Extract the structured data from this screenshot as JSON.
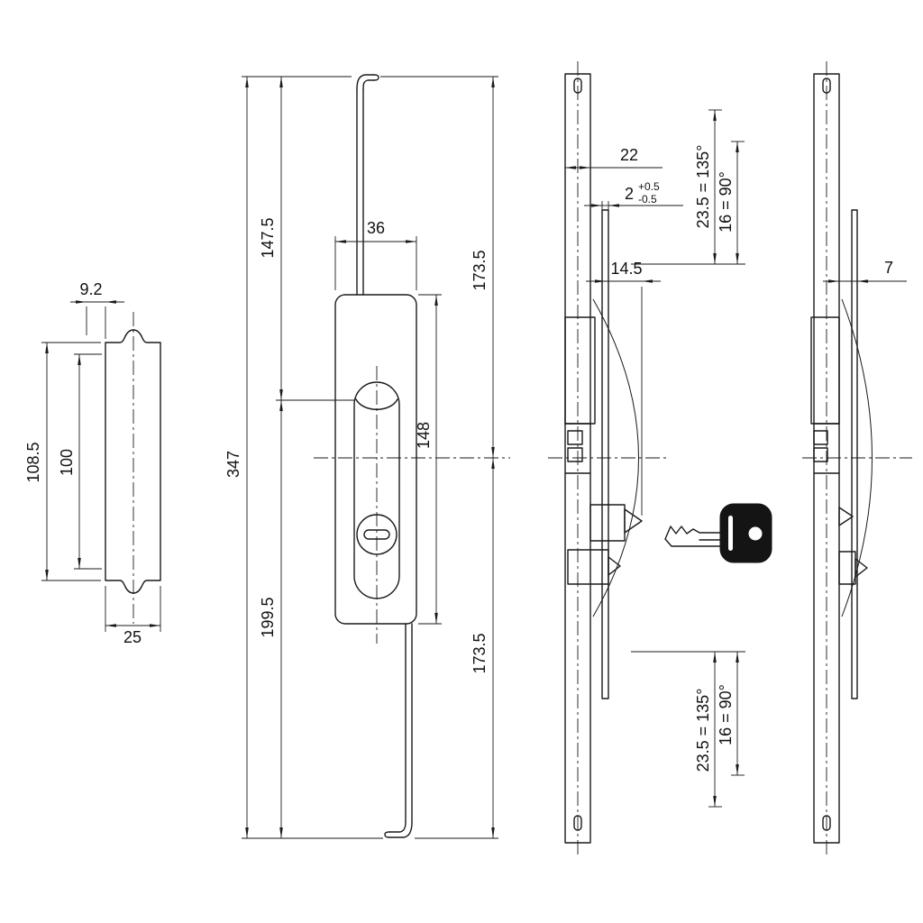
{
  "colors": {
    "line": "#1a1a1a",
    "background": "#ffffff",
    "key_head": "#141414"
  },
  "left_view": {
    "flange_width": "9.2",
    "outer_height": "108.5",
    "inner_height": "100",
    "base_width": "25"
  },
  "front_view": {
    "upper_rod_length": "147.5",
    "body_width": "36",
    "total_length": "347",
    "lower_rod_length": "199.5",
    "upper_half_length": "173.5",
    "body_height": "148",
    "lower_half_length": "173.5"
  },
  "side_view": {
    "profile_width": "22",
    "rod_thickness": "2",
    "rod_thickness_tol_plus": "+0.5",
    "rod_thickness_tol_minus": "-0.5",
    "latch_projection": "14.5",
    "upper_travel_135": "23.5 = 135°",
    "upper_travel_90": "16 = 90°",
    "lower_travel_135": "23.5 = 135°",
    "lower_travel_90": "16 = 90°"
  },
  "end_view": {
    "rod_offset": "7"
  }
}
